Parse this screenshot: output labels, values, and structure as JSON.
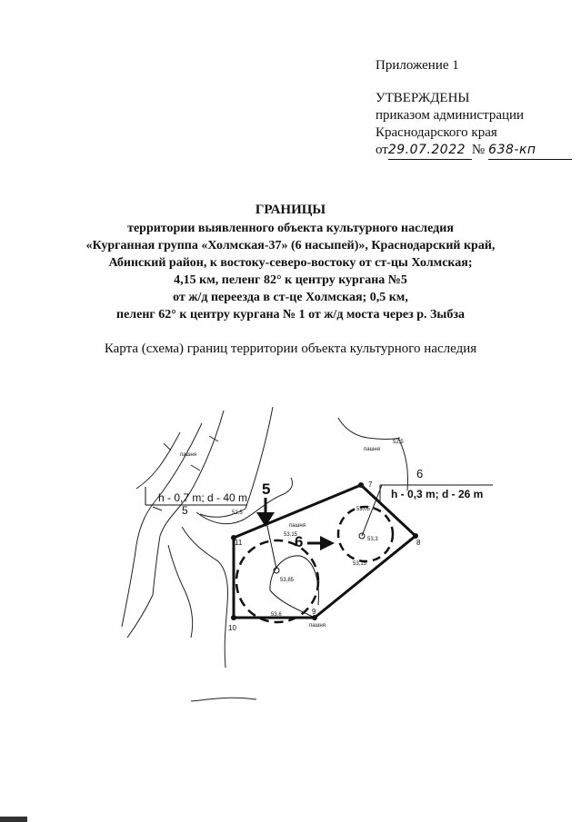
{
  "header": {
    "appendix": "Приложение 1",
    "approved_lines": [
      "УТВЕРЖДЕНЫ",
      "приказом администрации",
      "Краснодарского края"
    ],
    "date_prefix": "от",
    "date_handwritten": "29.07.2022",
    "number_prefix": "№",
    "number_handwritten": "638-кп"
  },
  "title": {
    "main": "ГРАНИЦЫ",
    "lines": [
      "территории выявленного объекта культурного наследия",
      "«Курганная группа «Холмская-37» (6 насыпей)», Краснодарский край,",
      "Абинский район, к востоку-северо-востоку от ст-цы Холмская;",
      "4,15 км, пеленг 82° к центру кургана №5",
      "от ж/д переезда в ст-це Холмская; 0,5 км,",
      "пеленг 62° к центру кургана № 1 от ж/д моста через р. Зыбза"
    ]
  },
  "caption": "Карта (схема) границ территории объекта культурного наследия",
  "map": {
    "point_labels": [
      "7",
      "8",
      "9",
      "10",
      "11"
    ],
    "mound_labels": [
      "5",
      "6"
    ],
    "profile_left": {
      "number": "5",
      "text": "h - 0,7 m; d - 40 m"
    },
    "profile_right": {
      "number": "6",
      "text": "h - 0,3 m; d - 26 m"
    },
    "elevations": [
      "52,5",
      "52,5",
      "53,15",
      "53,05",
      "53,3",
      "53,15",
      "53,85",
      "53,6"
    ],
    "field_labels": [
      "пашня",
      "пашня",
      "пашня",
      "пашня"
    ]
  }
}
